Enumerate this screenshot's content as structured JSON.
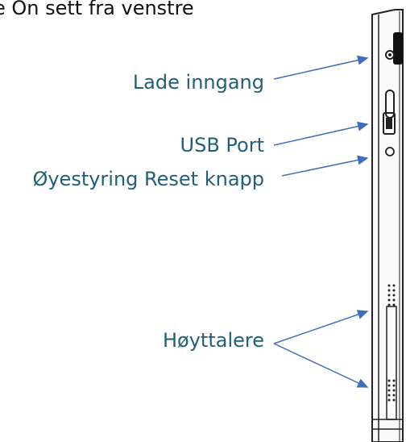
{
  "title": "e On sett fra venstre",
  "labels": {
    "charging_port": "Lade inngang",
    "usb_port": "USB Port",
    "eye_tracking_reset": "Øyestyring Reset knapp",
    "speakers": "Høyttalere"
  },
  "bottom_partial": "...",
  "colors": {
    "label": "#1f5f78",
    "arrow": "#3f6fba",
    "device_outline": "#222222"
  }
}
